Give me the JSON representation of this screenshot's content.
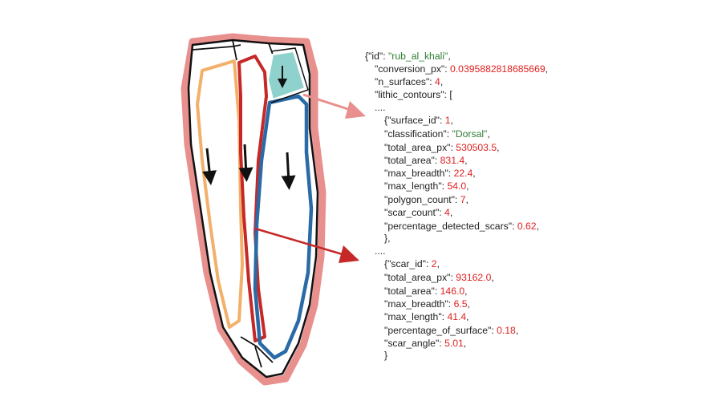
{
  "colors": {
    "halo": "#e8908e",
    "outline": "#111111",
    "orange": "#f2b06a",
    "red": "#c62828",
    "blue": "#2a6aa6",
    "teal": "#8fd1cc",
    "key": "#222222",
    "string": "#2e7d32",
    "number": "#e02020"
  },
  "json_lines": [
    {
      "indent": 0,
      "parts": [
        {
          "t": "k",
          "v": "{\"id\": "
        },
        {
          "t": "s",
          "v": "\"rub_al_khali\""
        },
        {
          "t": "k",
          "v": ","
        }
      ]
    },
    {
      "indent": 1,
      "parts": [
        {
          "t": "k",
          "v": "\"conversion_px\": "
        },
        {
          "t": "n",
          "v": "0.0395882818685669"
        },
        {
          "t": "k",
          "v": ","
        }
      ]
    },
    {
      "indent": 1,
      "parts": [
        {
          "t": "k",
          "v": "\"n_surfaces\": "
        },
        {
          "t": "n",
          "v": "4"
        },
        {
          "t": "k",
          "v": ","
        }
      ]
    },
    {
      "indent": 1,
      "parts": [
        {
          "t": "k",
          "v": "\"lithic_contours\": ["
        }
      ]
    },
    {
      "indent": 1,
      "parts": [
        {
          "t": "k",
          "v": "...."
        }
      ]
    },
    {
      "indent": 2,
      "parts": [
        {
          "t": "k",
          "v": "{\"surface_id\": "
        },
        {
          "t": "n",
          "v": "1"
        },
        {
          "t": "k",
          "v": ","
        }
      ]
    },
    {
      "indent": 2,
      "parts": [
        {
          "t": "k",
          "v": "\"classification\": "
        },
        {
          "t": "s",
          "v": "\"Dorsal\""
        },
        {
          "t": "k",
          "v": ","
        }
      ]
    },
    {
      "indent": 2,
      "parts": [
        {
          "t": "k",
          "v": "\"total_area_px\": "
        },
        {
          "t": "n",
          "v": "530503.5"
        },
        {
          "t": "k",
          "v": ","
        }
      ]
    },
    {
      "indent": 2,
      "parts": [
        {
          "t": "k",
          "v": "\"total_area\": "
        },
        {
          "t": "n",
          "v": "831.4"
        },
        {
          "t": "k",
          "v": ","
        }
      ]
    },
    {
      "indent": 2,
      "parts": [
        {
          "t": "k",
          "v": "\"max_breadth\": "
        },
        {
          "t": "n",
          "v": "22.4"
        },
        {
          "t": "k",
          "v": ","
        }
      ]
    },
    {
      "indent": 2,
      "parts": [
        {
          "t": "k",
          "v": "\"max_length\": "
        },
        {
          "t": "n",
          "v": "54.0"
        },
        {
          "t": "k",
          "v": ","
        }
      ]
    },
    {
      "indent": 2,
      "parts": [
        {
          "t": "k",
          "v": "\"polygon_count\": "
        },
        {
          "t": "n",
          "v": "7"
        },
        {
          "t": "k",
          "v": ","
        }
      ]
    },
    {
      "indent": 2,
      "parts": [
        {
          "t": "k",
          "v": "\"scar_count\": "
        },
        {
          "t": "n",
          "v": "4"
        },
        {
          "t": "k",
          "v": ","
        }
      ]
    },
    {
      "indent": 2,
      "parts": [
        {
          "t": "k",
          "v": "\"percentage_detected_scars\": "
        },
        {
          "t": "n",
          "v": "0.62"
        },
        {
          "t": "k",
          "v": ","
        }
      ]
    },
    {
      "indent": 2,
      "parts": [
        {
          "t": "k",
          "v": "},"
        }
      ]
    },
    {
      "indent": 1,
      "parts": [
        {
          "t": "k",
          "v": "...."
        }
      ]
    },
    {
      "indent": 2,
      "parts": [
        {
          "t": "k",
          "v": "{\"scar_id\": "
        },
        {
          "t": "n",
          "v": "2"
        },
        {
          "t": "k",
          "v": ","
        }
      ]
    },
    {
      "indent": 2,
      "parts": [
        {
          "t": "k",
          "v": "\"total_area_px\": "
        },
        {
          "t": "n",
          "v": "93162.0"
        },
        {
          "t": "k",
          "v": ","
        }
      ]
    },
    {
      "indent": 2,
      "parts": [
        {
          "t": "k",
          "v": "\"total_area\": "
        },
        {
          "t": "n",
          "v": "146.0"
        },
        {
          "t": "k",
          "v": ","
        }
      ]
    },
    {
      "indent": 2,
      "parts": [
        {
          "t": "k",
          "v": "\"max_breadth\": "
        },
        {
          "t": "n",
          "v": "6.5"
        },
        {
          "t": "k",
          "v": ","
        }
      ]
    },
    {
      "indent": 2,
      "parts": [
        {
          "t": "k",
          "v": "\"max_length\": "
        },
        {
          "t": "n",
          "v": "41.4"
        },
        {
          "t": "k",
          "v": ","
        }
      ]
    },
    {
      "indent": 2,
      "parts": [
        {
          "t": "k",
          "v": "\"percentage_of_surface\": "
        },
        {
          "t": "n",
          "v": "0.18"
        },
        {
          "t": "k",
          "v": ","
        }
      ]
    },
    {
      "indent": 2,
      "parts": [
        {
          "t": "k",
          "v": "\"scar_angle\": "
        },
        {
          "t": "n",
          "v": "5.01"
        },
        {
          "t": "k",
          "v": ","
        }
      ]
    },
    {
      "indent": 2,
      "parts": [
        {
          "t": "k",
          "v": "}"
        }
      ]
    }
  ]
}
